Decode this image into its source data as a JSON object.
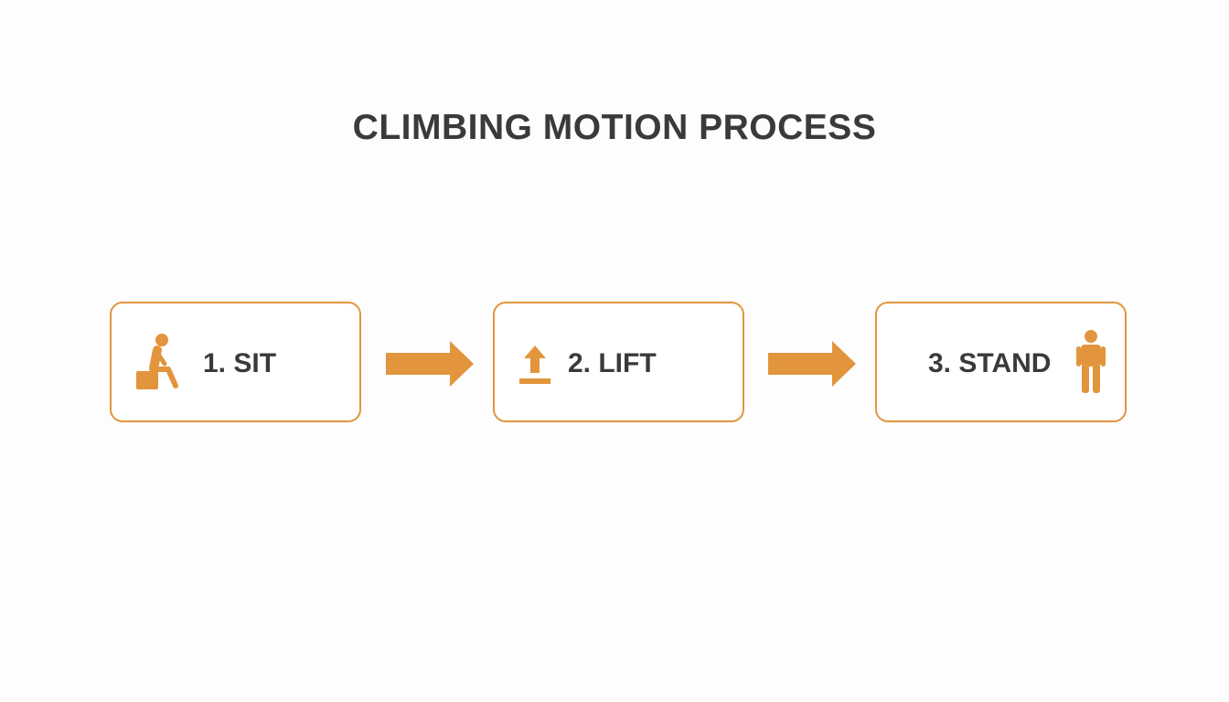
{
  "diagram": {
    "title": "CLIMBING MOTION PROCESS",
    "accent_color": "#e2953d",
    "text_color": "#3a3a3a",
    "steps": [
      {
        "label": "1. SIT",
        "icon": "sitting-person-icon"
      },
      {
        "label": "2. LIFT",
        "icon": "upload-arrow-icon"
      },
      {
        "label": "3. STAND",
        "icon": "standing-person-icon"
      }
    ],
    "connectors": [
      {
        "from": "1. SIT",
        "to": "2. LIFT",
        "icon": "right-arrow-icon"
      },
      {
        "from": "2. LIFT",
        "to": "3. STAND",
        "icon": "right-arrow-icon"
      }
    ]
  }
}
